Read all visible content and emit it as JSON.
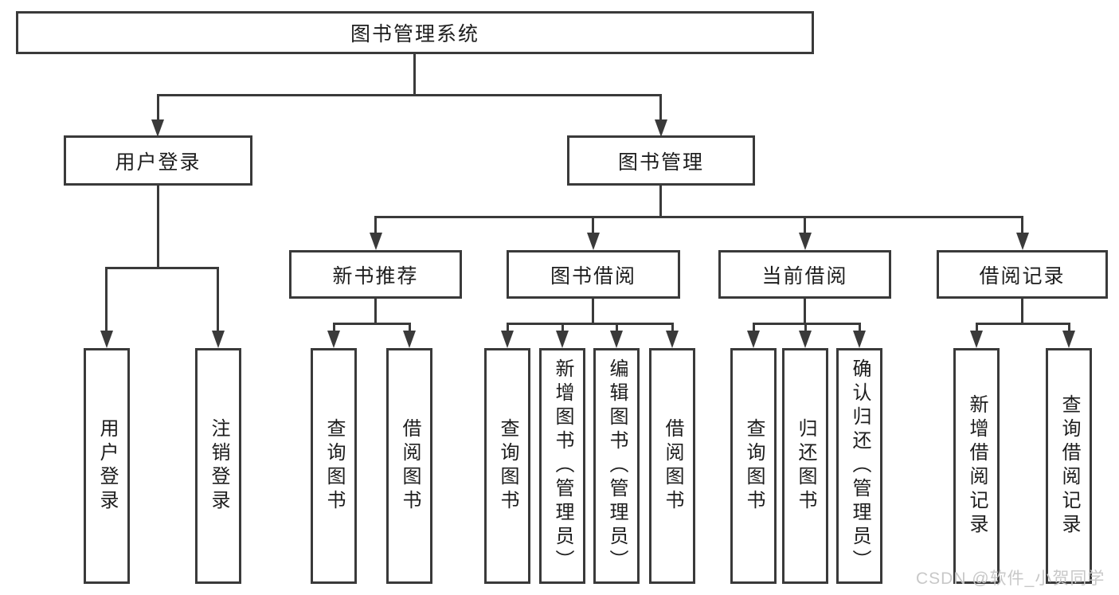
{
  "root": {
    "label": "图书管理系统"
  },
  "level2": {
    "user_login": "用户登录",
    "book_mgmt": "图书管理"
  },
  "level3": {
    "new_books": "新书推荐",
    "book_borrow": "图书借阅",
    "current_borrow": "当前借阅",
    "borrow_records": "借阅记录"
  },
  "leaves": {
    "user_login_1": "用户登录",
    "user_login_2": "注销登录",
    "new_books_1": "查询图书",
    "new_books_2": "借阅图书",
    "book_borrow_1": "查询图书",
    "book_borrow_2": "新增图书（管理员）",
    "book_borrow_3": "编辑图书（管理员）",
    "book_borrow_4": "借阅图书",
    "current_borrow_1": "查询图书",
    "current_borrow_2": "归还图书",
    "current_borrow_3": "确认归还（管理员）",
    "borrow_records_1": "新增借阅记录",
    "borrow_records_2": "查询借阅记录"
  },
  "watermark": "CSDN @软件_小贺同学",
  "colors": {
    "line": "#3a3a3a",
    "text": "#1d1d1d",
    "watermark": "#c8c8c8",
    "background": "#ffffff"
  }
}
